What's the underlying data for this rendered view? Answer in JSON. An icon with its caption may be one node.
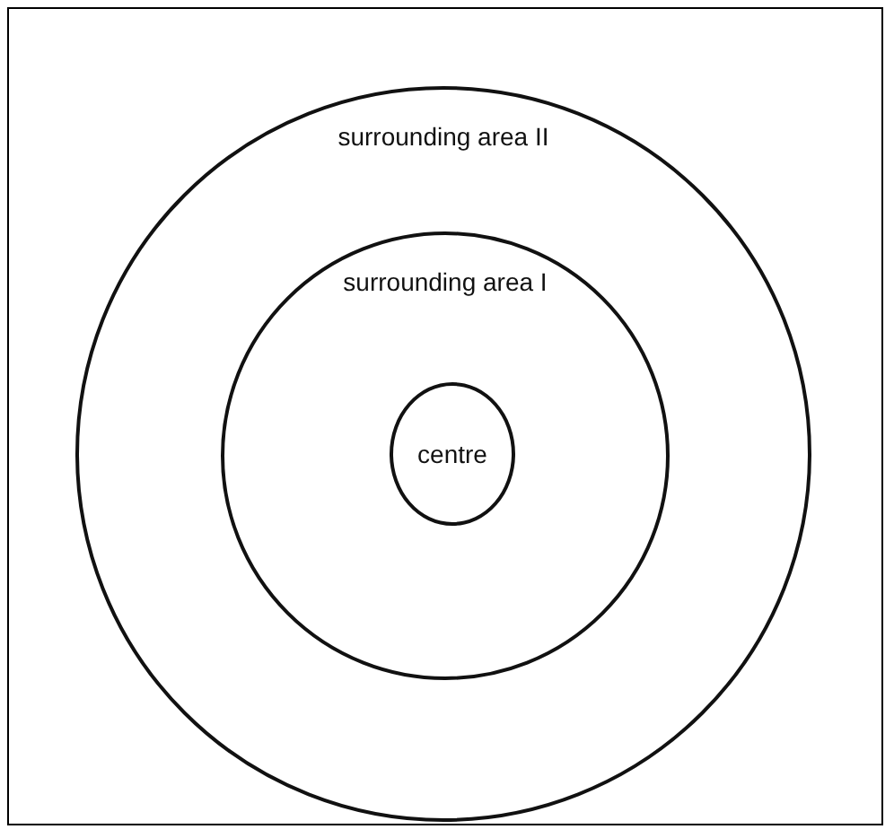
{
  "diagram": {
    "nodes": [
      {
        "text": [
          "surrounding area II"
        ]
      },
      {
        "text": [
          "surrounding area I"
        ],
        "in": 0
      },
      {
        "text": [
          "centre"
        ],
        "in": 1
      }
    ]
  }
}
